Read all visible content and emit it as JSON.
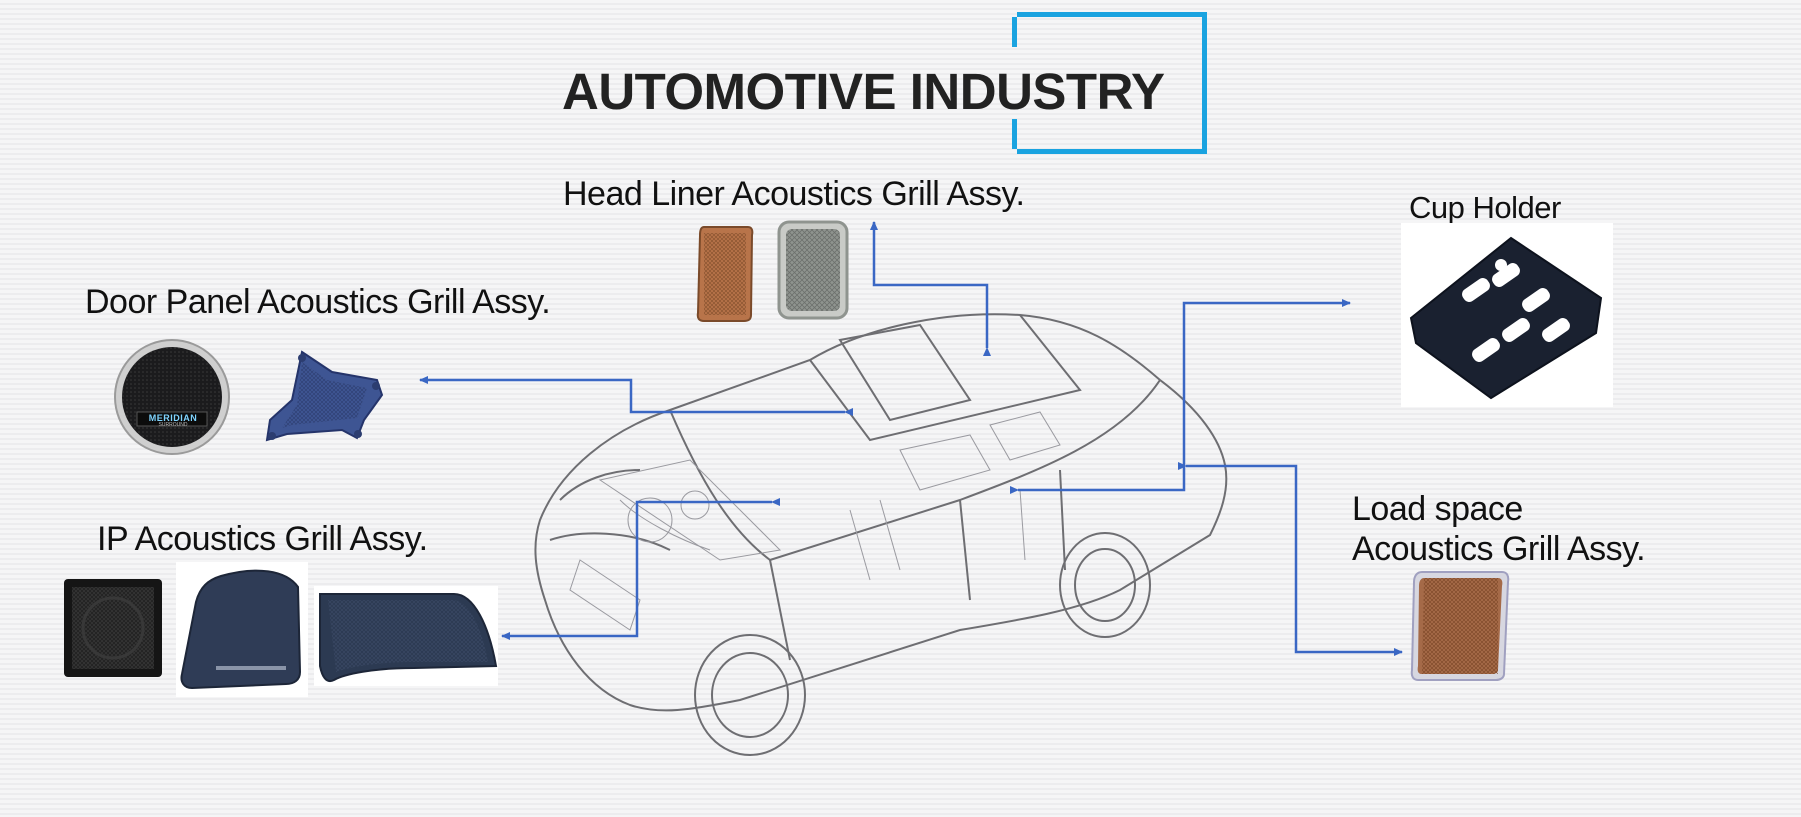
{
  "title": "AUTOMOTIVE INDUSTRY",
  "labels": {
    "head_liner": "Head Liner Acoustics Grill Assy.",
    "door_panel": "Door Panel Acoustics Grill Assy.",
    "ip": "IP Acoustics Grill Assy.",
    "cup_holder": "Cup Holder",
    "load_space_line1": "Load space",
    "load_space_line2": "Acoustics Grill Assy."
  },
  "speaker_badge": "MERIDIAN",
  "speaker_badge_sub": "SURROUND",
  "colors": {
    "accent_frame": "#1aa3e0",
    "arrow": "#3a67c4",
    "grill_brown": "#b8744a",
    "grill_grey": "#8f948f",
    "grill_navy": "#2c3a52"
  }
}
